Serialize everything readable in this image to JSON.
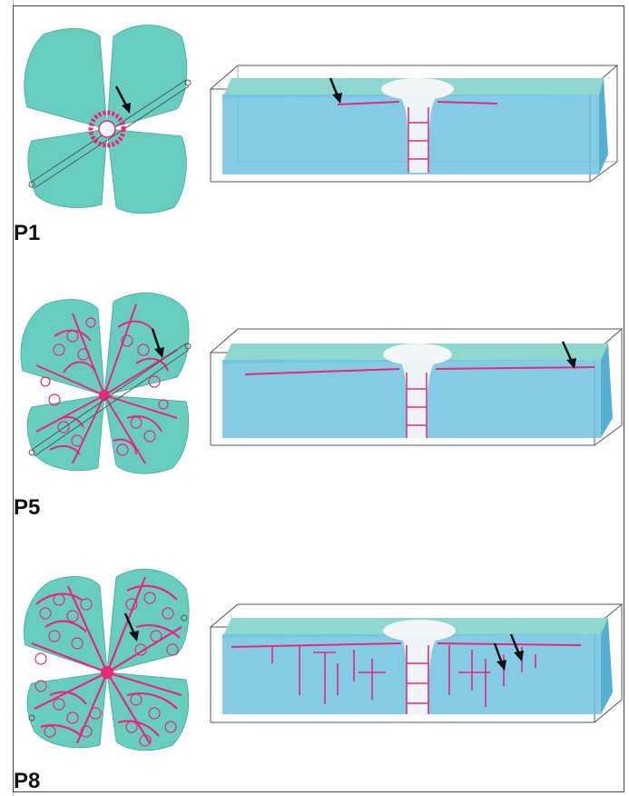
{
  "panels": [
    {
      "id": "p1",
      "label": "P1"
    },
    {
      "id": "p5",
      "label": "P5"
    },
    {
      "id": "p8",
      "label": "P8"
    }
  ],
  "colors": {
    "tissue": "#66cdbf",
    "block": "#6ec3e0",
    "vessel": "#e8287f",
    "optic_disc": "#f2f6f6",
    "arrow": "#111111",
    "box_edge": "#555555"
  }
}
